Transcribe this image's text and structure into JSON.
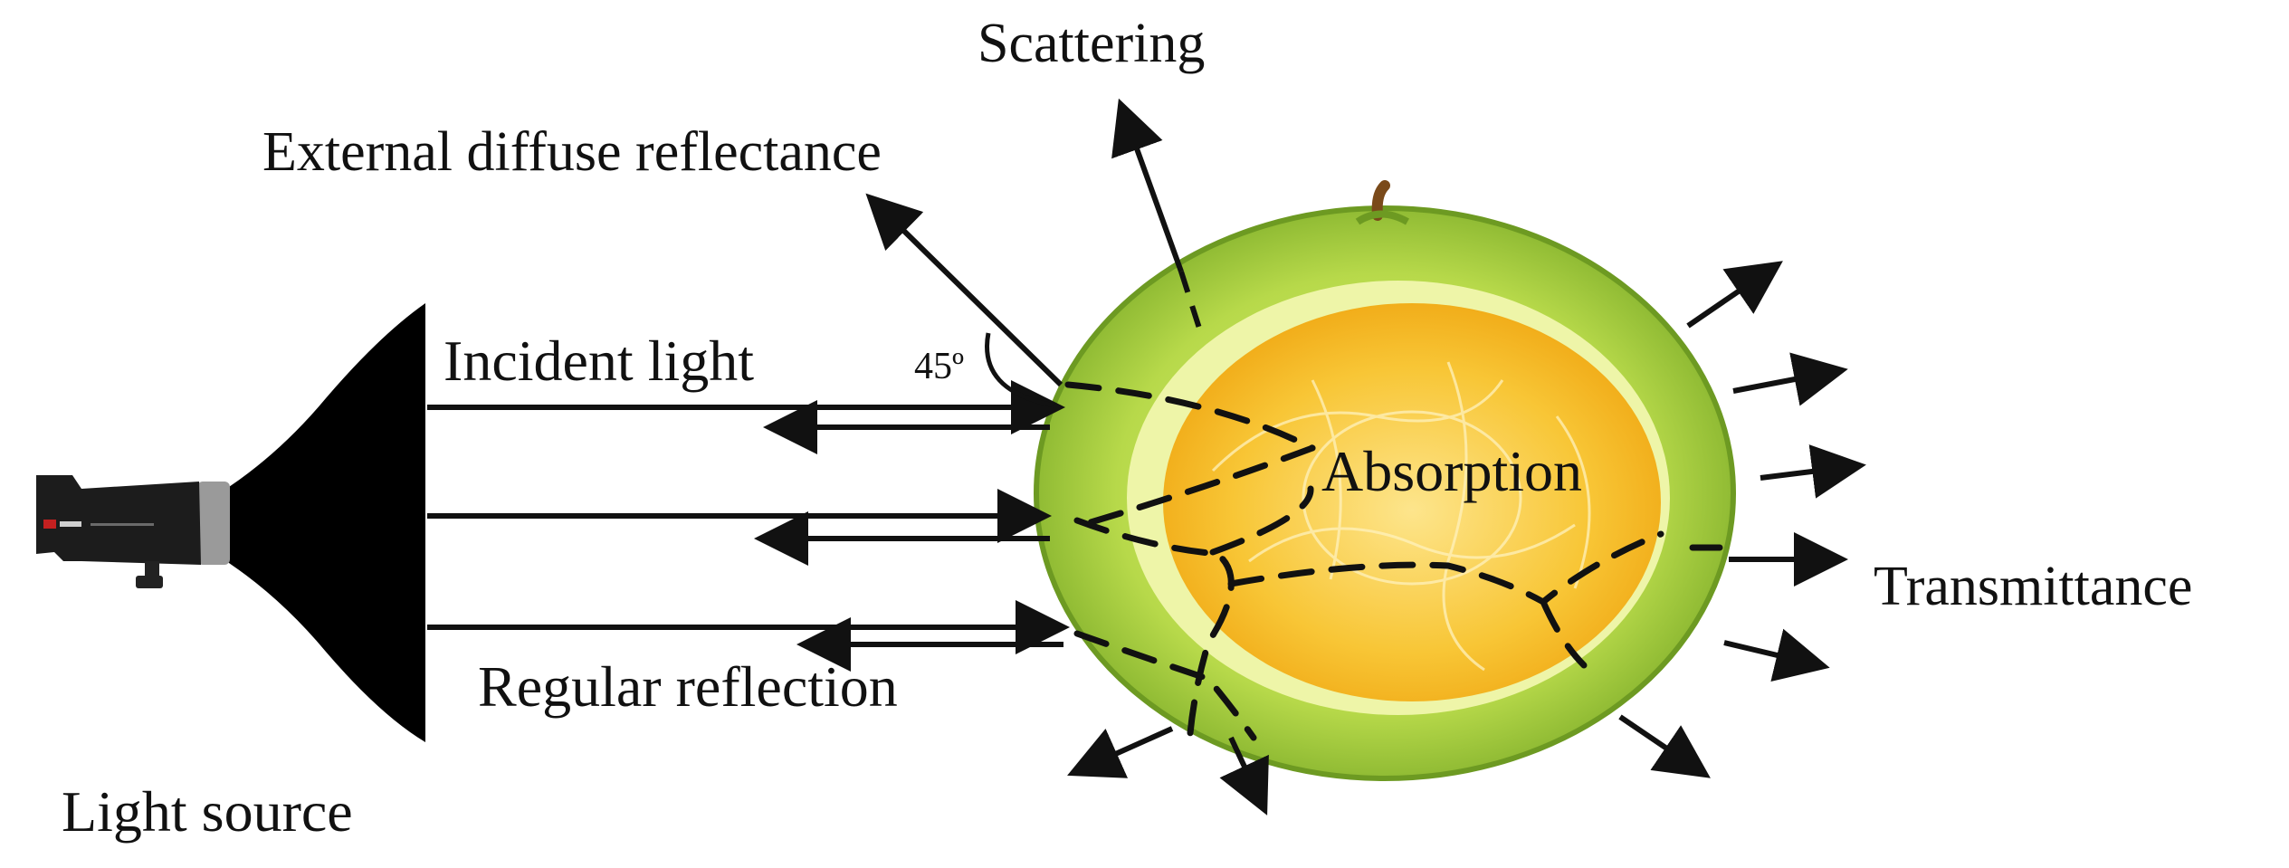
{
  "labels": {
    "scattering": "Scattering",
    "external_diffuse": "External diffuse reflectance",
    "incident": "Incident light",
    "angle": "45º",
    "absorption": "Absorption",
    "transmittance": "Transmittance",
    "regular_reflection": "Regular reflection",
    "light_source": "Light source"
  },
  "colors": {
    "ink": "#111111",
    "fruit_skin": "#9cc43a",
    "fruit_flesh": "#f6c12e",
    "fruit_core": "#fbe07a"
  },
  "icons": {
    "light_source": "studio-flash-with-softbox",
    "fruit": "sliced-guava-fruit"
  }
}
